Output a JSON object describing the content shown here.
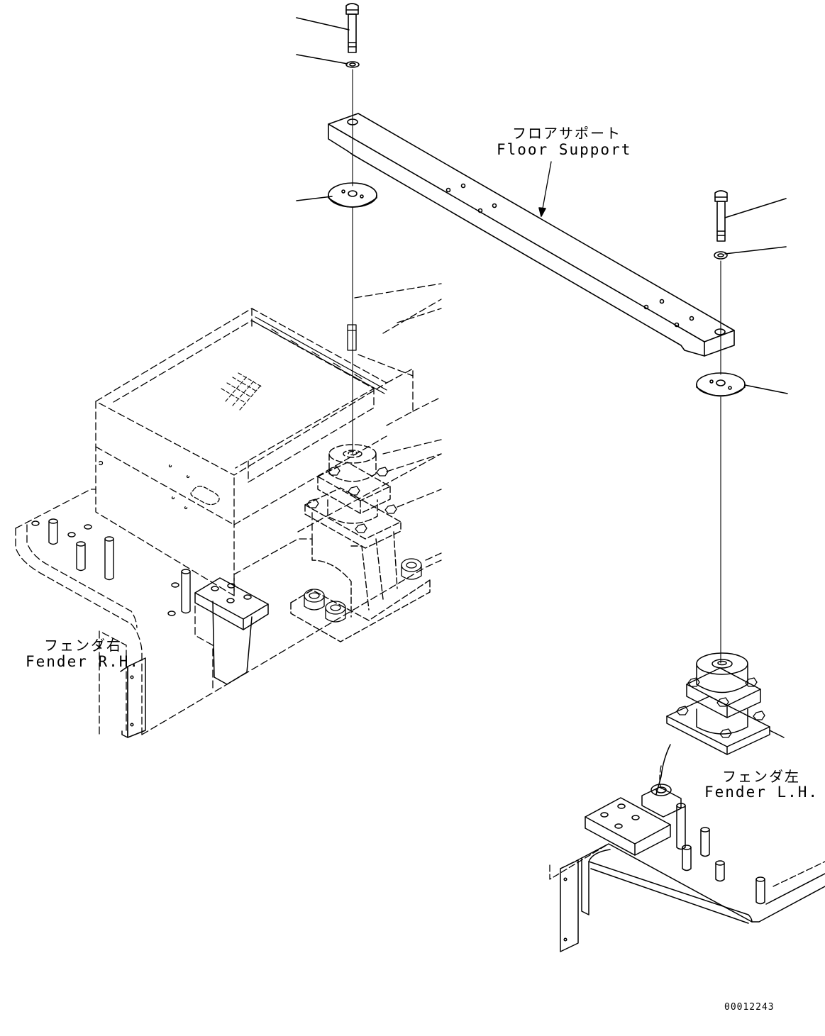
{
  "labels": {
    "floor_support_jp": "フロアサポート",
    "floor_support_en": "Floor Support",
    "fender_rh_jp": "フェンダ右",
    "fender_rh_en": "Fender R.H.",
    "fender_lh_jp": "フェンダ左",
    "fender_lh_en": "Fender L.H.",
    "drawing_number": "00012243"
  }
}
